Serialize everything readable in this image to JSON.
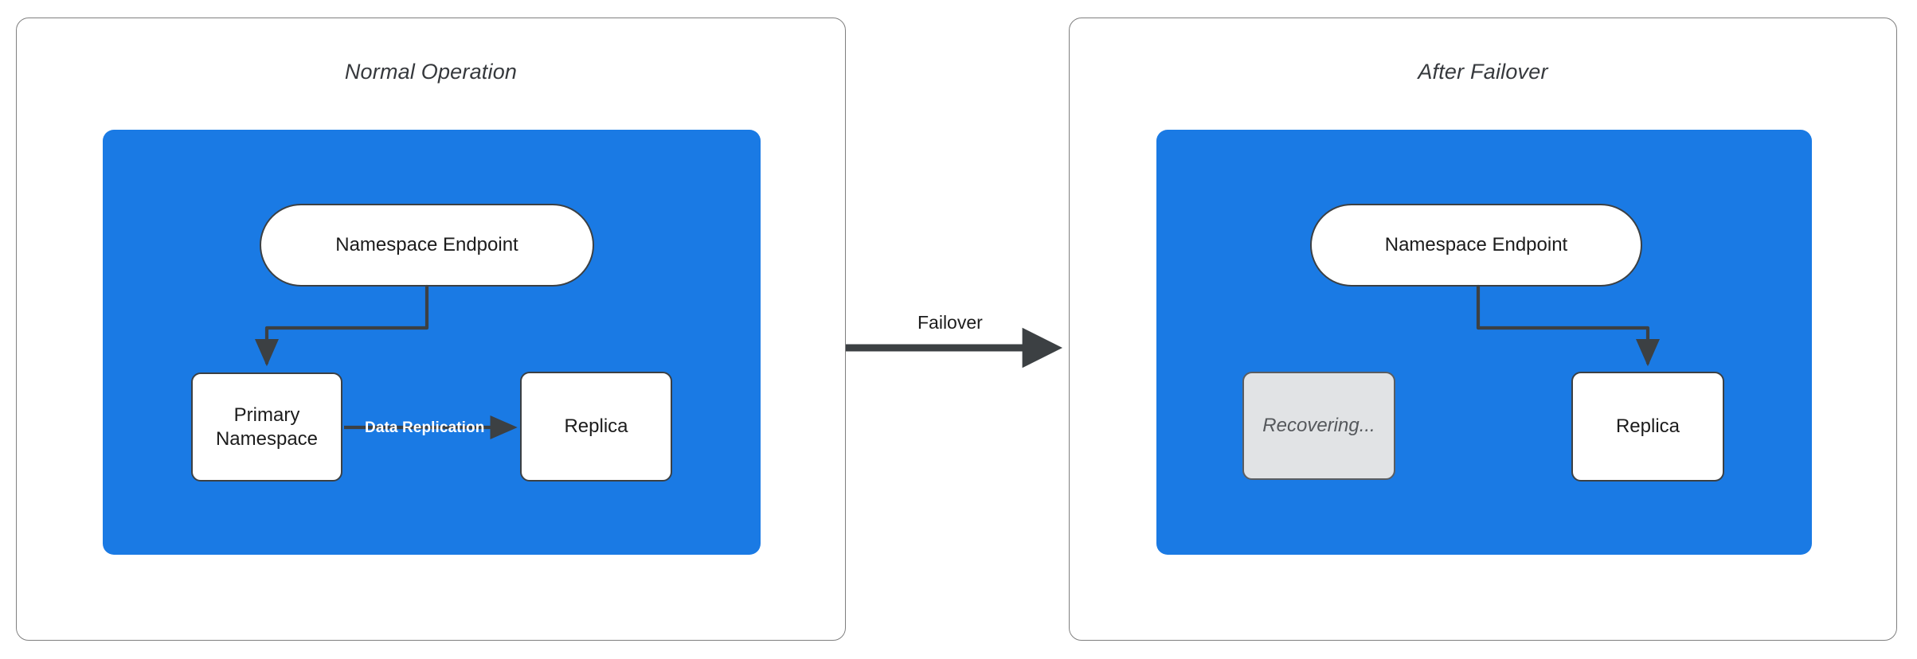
{
  "diagram": {
    "title_left": "Normal Operation",
    "title_right": "After Failover",
    "accent_blue": "#1a7ae4",
    "edge_color": "#3c4043",
    "recovering_fill": "#e1e3e5"
  },
  "left_panel": {
    "title": "Normal Operation",
    "nodes": {
      "endpoint": "Namespace Endpoint",
      "primary": "Primary\nNamespace",
      "primary_line1": "Primary",
      "primary_line2": "Namespace",
      "replica": "Replica"
    },
    "edges": {
      "endpoint_to_primary": "",
      "replication_label": "Data Replication"
    }
  },
  "transition": {
    "label": "Failover"
  },
  "right_panel": {
    "title": "After Failover",
    "nodes": {
      "endpoint": "Namespace Endpoint",
      "recovering": "Recovering...",
      "replica": "Replica"
    },
    "edges": {
      "endpoint_to_replica": ""
    }
  }
}
